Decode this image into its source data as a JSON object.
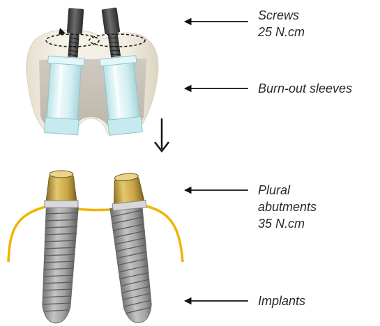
{
  "labels": {
    "screws": {
      "line1": "Screws",
      "line2": "25 N.cm"
    },
    "sleeves": {
      "line1": "Burn-out sleeves"
    },
    "abutments": {
      "line1": "Plural",
      "line2": "abutments",
      "line3": "35 N.cm"
    },
    "implants": {
      "line1": "Implants"
    }
  },
  "colors": {
    "text": "#2a2a2a",
    "arrow": "#111111",
    "gum_line": "#f0b400",
    "abutment_gold": "#c9a84a",
    "implant_gray": "#9a9a9a",
    "screw_dark": "#3c3c3c",
    "sleeve_blue": "#d8f2f4",
    "crown_shell": "#efe9dc"
  }
}
